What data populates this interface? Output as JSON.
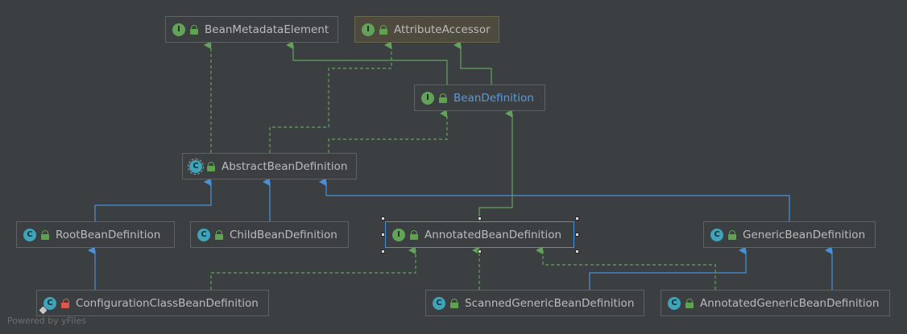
{
  "diagram": {
    "nodes": {
      "bean_metadata_element": {
        "kind": "I",
        "name": "BeanMetadataElement"
      },
      "attribute_accessor": {
        "kind": "I",
        "name": "AttributeAccessor"
      },
      "bean_definition": {
        "kind": "I",
        "name": "BeanDefinition"
      },
      "abstract_bean_definition": {
        "kind": "C",
        "name": "AbstractBeanDefinition"
      },
      "root_bean_definition": {
        "kind": "C",
        "name": "RootBeanDefinition"
      },
      "child_bean_definition": {
        "kind": "C",
        "name": "ChildBeanDefinition"
      },
      "annotated_bean_definition": {
        "kind": "I",
        "name": "AnnotatedBeanDefinition"
      },
      "generic_bean_definition": {
        "kind": "C",
        "name": "GenericBeanDefinition"
      },
      "configuration_class_bean_definition": {
        "kind": "C",
        "name": "ConfigurationClassBeanDefinition"
      },
      "scanned_generic_bean_definition": {
        "kind": "C",
        "name": "ScannedGenericBeanDefinition"
      },
      "annotated_generic_bean_definition": {
        "kind": "C",
        "name": "AnnotatedGenericBeanDefinition"
      }
    },
    "colors": {
      "background": "#3c3f41",
      "implements_edge": "#62a35a",
      "extends_edge": "#4a90d9",
      "interface_badge": "#62a35a",
      "class_badge": "#3fa3b9",
      "highlight_text": "#5b9ad9"
    },
    "icons": {
      "interface": "interface-badge-icon",
      "class": "class-badge-icon",
      "public_lock": "unlocked-public-icon",
      "private_lock": "locked-private-icon"
    },
    "watermark": "Powered by yFiles"
  }
}
